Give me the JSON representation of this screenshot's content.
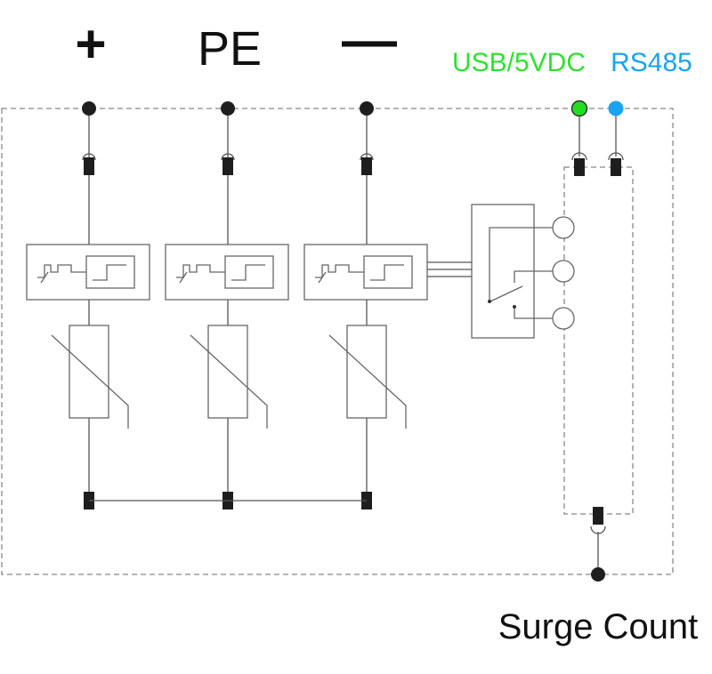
{
  "terminals": {
    "plus": {
      "label": "+"
    },
    "pe": {
      "label": "PE"
    },
    "minus": {
      "label": "—"
    },
    "usb": {
      "label": "USB/5VDC",
      "color": "#2ee22e"
    },
    "rs485": {
      "label": "RS485",
      "color": "#1aa3f0"
    }
  },
  "caption": {
    "label": "Surge Count"
  },
  "colors": {
    "line": "#555555",
    "box": "#666666",
    "dashed": "#888888",
    "terminal_dot": "#1e1e1e",
    "usb_dot": "#22dd22",
    "rs485_dot": "#1aa3f0"
  }
}
